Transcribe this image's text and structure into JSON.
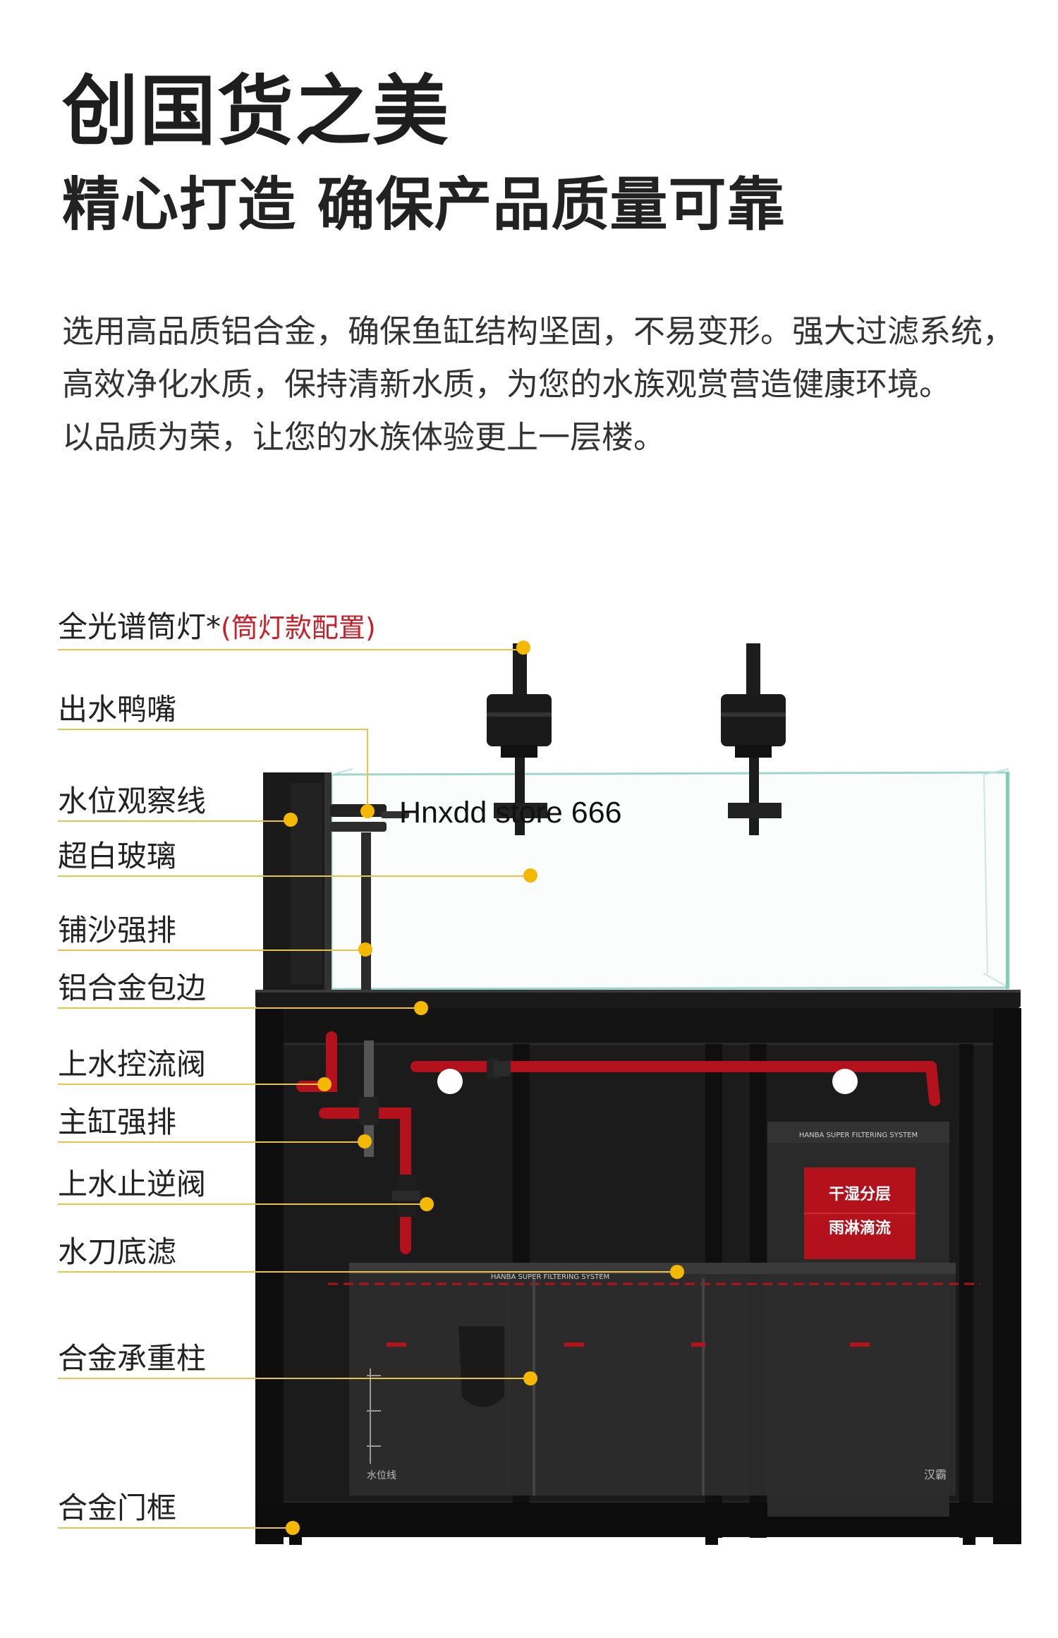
{
  "header": {
    "title": "创国货之美",
    "subtitle": "精心打造 确保产品质量可靠"
  },
  "description": [
    "选用高品质铝合金，确保鱼缸结构坚固，不易变形。强大过滤系统，",
    "高效净化水质，保持清新水质，为您的水族观赏营造健康环境。",
    "以品质为荣，让您的水族体验更上一层楼。"
  ],
  "watermark": "Hnxdd store 666",
  "labels": {
    "lamp": "全光谱筒灯*",
    "lamp_note": "(筒灯款配置)",
    "outlet": "出水鸭嘴",
    "water_line": "水位观察线",
    "glass": "超白玻璃",
    "sand_drain": "铺沙强排",
    "alloy_edge": "铝合金包边",
    "flow_valve": "上水控流阀",
    "main_drain": "主缸强排",
    "check_valve": "上水止逆阀",
    "sump": "水刀底滤",
    "pillar": "合金承重柱",
    "door_frame": "合金门框"
  },
  "product_print": {
    "cabinet_box_brand": "HANBA SUPER FILTERING SYSTEM",
    "box_tag_1": "干湿分层",
    "box_tag_2": "雨淋滴流",
    "sump_brand": "HANBA SUPER FILTERING SYSTEM",
    "gauge_label": "水位线",
    "sump_logo": "汉霸"
  },
  "colors": {
    "accent_line": "#e8c34a",
    "marker_dot": "#f5b800",
    "note_red": "#c8202a",
    "pipe_red": "#b3111c",
    "cabinet": "#141414"
  }
}
